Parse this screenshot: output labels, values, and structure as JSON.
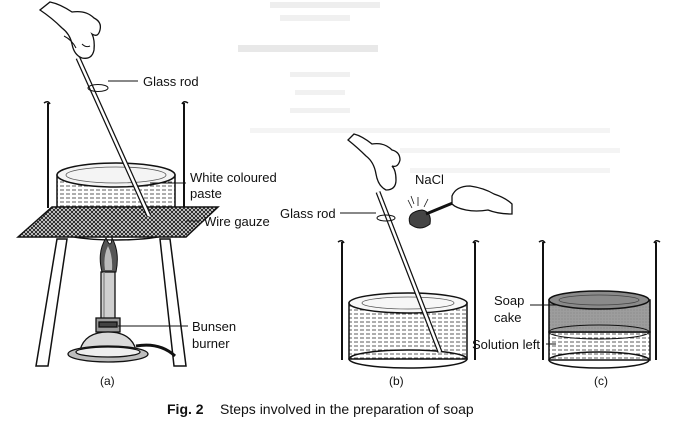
{
  "figure": {
    "caption_label": "Fig. 2",
    "caption_text": "Steps involved in the preparation of soap"
  },
  "panels": {
    "a": {
      "label": "(a)"
    },
    "b": {
      "label": "(b)"
    },
    "c": {
      "label": "(c)"
    }
  },
  "labels": {
    "glass_rod_a": "Glass rod",
    "white_paste_line1": "White coloured",
    "white_paste_line2": "paste",
    "wire_gauze": "Wire gauze",
    "bunsen_line1": "Bunsen",
    "bunsen_line2": "burner",
    "nacl": "NaCl",
    "glass_rod_b": "Glass rod",
    "soap_cake_line1": "Soap",
    "soap_cake_line2": "cake",
    "solution_left": "Solution left"
  },
  "colors": {
    "ink": "#111111",
    "soap_layer": "#9a9a9a",
    "gauze": "#2b2b2b",
    "paste": "#e8e8e8"
  }
}
